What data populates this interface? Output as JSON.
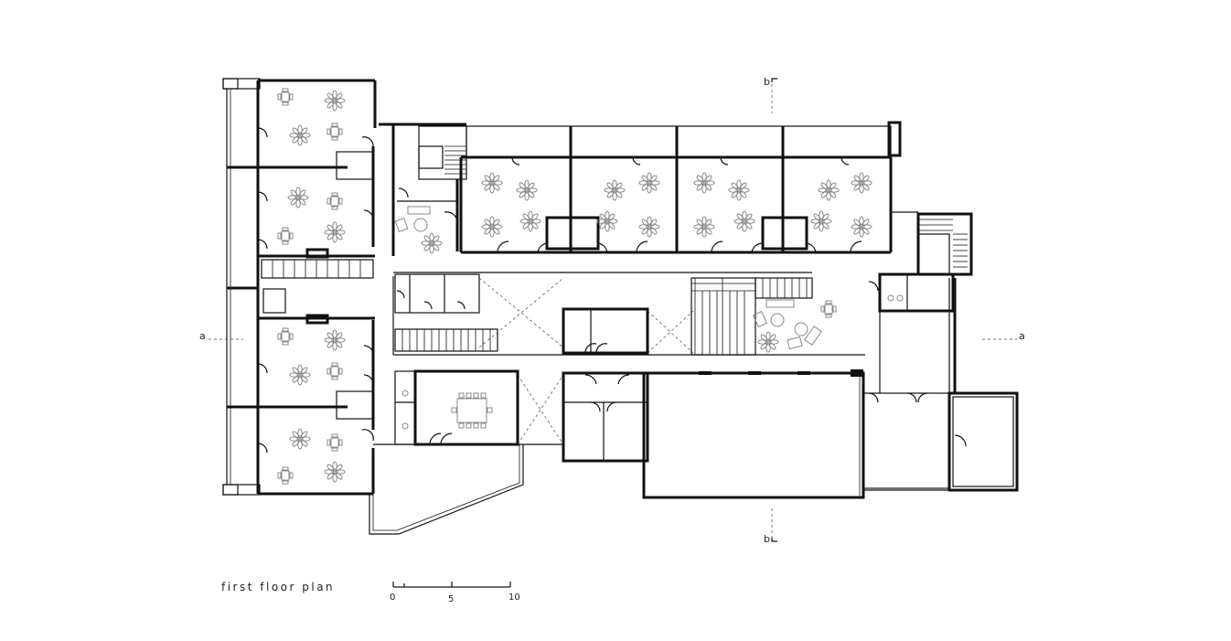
{
  "drawing": {
    "title": "first floor plan",
    "section_marks": {
      "a_left": "a",
      "a_right": "a",
      "b_top": "b",
      "b_bottom": "b"
    },
    "scale_bar": {
      "labels": [
        "0",
        "5",
        "10"
      ]
    }
  }
}
